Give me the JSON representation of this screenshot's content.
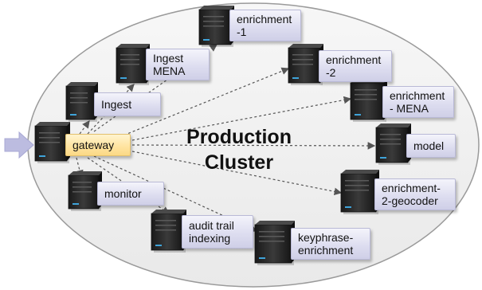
{
  "title": "Production\nCluster",
  "colors": {
    "ellipse_fill": "#f2f2f2",
    "ellipse_stroke": "#9a9a9a",
    "arrow": "#555555",
    "server": "#2b2b2b",
    "label_blue": "#dcdcef",
    "label_gold": "#ffe39e",
    "input_arrow": "#bcbce0"
  },
  "nodes": {
    "gateway": "gateway",
    "ingest": "Ingest",
    "ingest_mena": "Ingest\nMENA",
    "enrichment_1": "enrichment\n-1",
    "enrichment_2": "enrichment\n-2",
    "enrichment_mena": "enrichment\n- MENA",
    "model": "model",
    "enrichment_2_geocoder": "enrichment-\n2-geocoder",
    "keyphrase_enrichment": "keyphrase-\nenrichment",
    "audit_trail_indexing": "audit trail\nindexing",
    "monitor": "monitor"
  }
}
